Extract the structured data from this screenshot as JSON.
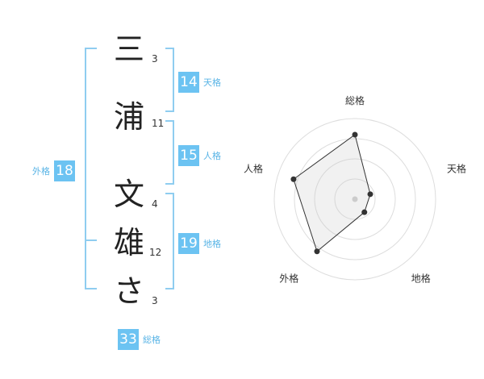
{
  "name": {
    "chars": [
      {
        "char": "三",
        "strokes": "3"
      },
      {
        "char": "浦",
        "strokes": "11"
      },
      {
        "char": "文",
        "strokes": "4"
      },
      {
        "char": "雄",
        "strokes": "12"
      },
      {
        "char": "さ",
        "strokes": "3"
      }
    ]
  },
  "fortune": {
    "tenkaku": {
      "value": "14",
      "label": "天格"
    },
    "jinkaku": {
      "value": "15",
      "label": "人格"
    },
    "chikaku": {
      "value": "19",
      "label": "地格"
    },
    "gaikaku": {
      "value": "18",
      "label": "外格"
    },
    "soukaku": {
      "value": "33",
      "label": "総格"
    }
  },
  "colors": {
    "accent": "#6cc3f2",
    "accent_text": "#59b4e6",
    "bracket": "#8fcdf0"
  },
  "chart_data": {
    "type": "radar",
    "axes": [
      "総格",
      "天格",
      "地格",
      "外格",
      "人格"
    ],
    "values": [
      4,
      1,
      1,
      4,
      4
    ],
    "max": 5,
    "rings": 4
  }
}
